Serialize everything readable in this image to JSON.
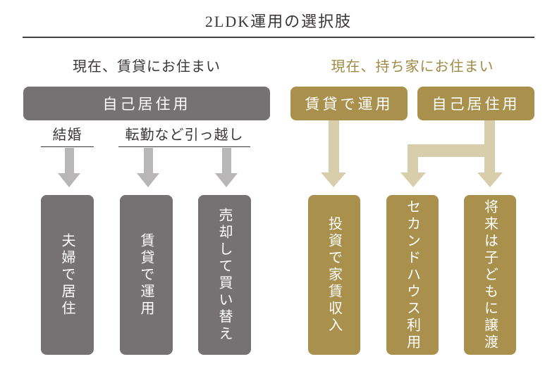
{
  "title": "2LDK運用の選択肢",
  "left_section": {
    "heading": "現在、賃貸にお住まい",
    "top_box": "自己居住用",
    "branch_labels": [
      "結婚",
      "転勤など引っ越し"
    ],
    "option_boxes": [
      "夫婦で居住",
      "賃貸で運用",
      "売却して買い替え"
    ]
  },
  "right_section": {
    "heading": "現在、持ち家にお住まい",
    "top_boxes": [
      "賃貸で運用",
      "自己居住用"
    ],
    "option_boxes": [
      "投資で家賃収入",
      "セカンドハウス利用",
      "将来は子どもに譲渡"
    ]
  },
  "colors": {
    "background": "#ffffff",
    "dark_text": "#3b3536",
    "gray_box": "#767273",
    "gray_arrow": "#b8b6b7",
    "gold_box": "#a9914d",
    "gold_heading_text": "#a08a46",
    "tan_arrow": "#d8ceac",
    "box_text": "#ffffff"
  }
}
